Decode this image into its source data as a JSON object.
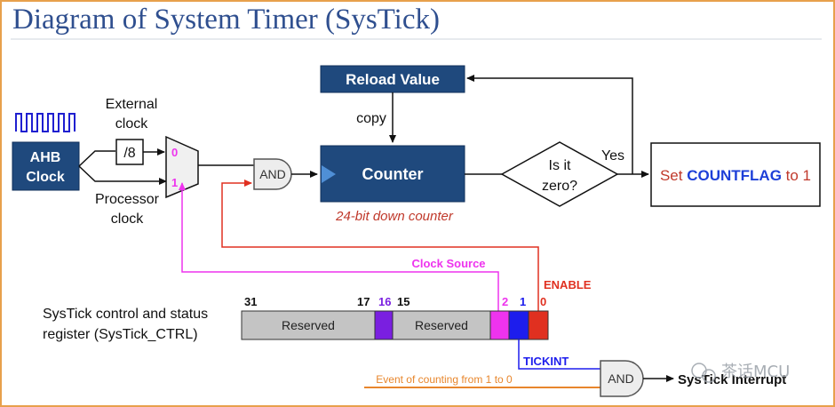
{
  "title": "Diagram of System Timer (SysTick)",
  "ahb_clock": [
    "AHB",
    "Clock"
  ],
  "external_clock": [
    "External",
    "clock"
  ],
  "processor_clock": [
    "Processor",
    "clock"
  ],
  "divider": "/8",
  "mux_inputs": [
    "0",
    "1"
  ],
  "and_gate": "AND",
  "reload_value": "Reload Value",
  "copy": "copy",
  "counter": "Counter",
  "counter_caption": "24-bit down counter",
  "decision": [
    "Is it",
    "zero?"
  ],
  "yes": "Yes",
  "set_countflag": {
    "prefix": "Set ",
    "flag": "COUNTFLAG",
    "suffix": " to 1"
  },
  "clock_source": "Clock Source",
  "enable": "ENABLE",
  "register_label": [
    "SysTick control and status",
    "register (SysTick_CTRL)"
  ],
  "bit_numbers": {
    "b31": "31",
    "b17": "17",
    "b16": "16",
    "b15": "15",
    "b2": "2",
    "b1": "1",
    "b0": "0"
  },
  "reserved": "Reserved",
  "tickint": "TICKINT",
  "event": "Event of counting from 1 to 0",
  "output_and": "AND",
  "interrupt": "SysTick Interrupt",
  "watermark": "茶话MCU",
  "colors": {
    "title": "#2f4f8f",
    "dark_blue_box": "#1f497d",
    "magenta": "#ee33ee",
    "red": "#e03020",
    "blue": "#1d1ded",
    "purple": "#7a1fe0",
    "orange": "#e8862c",
    "reserved_gray": "#c4c4c4"
  }
}
